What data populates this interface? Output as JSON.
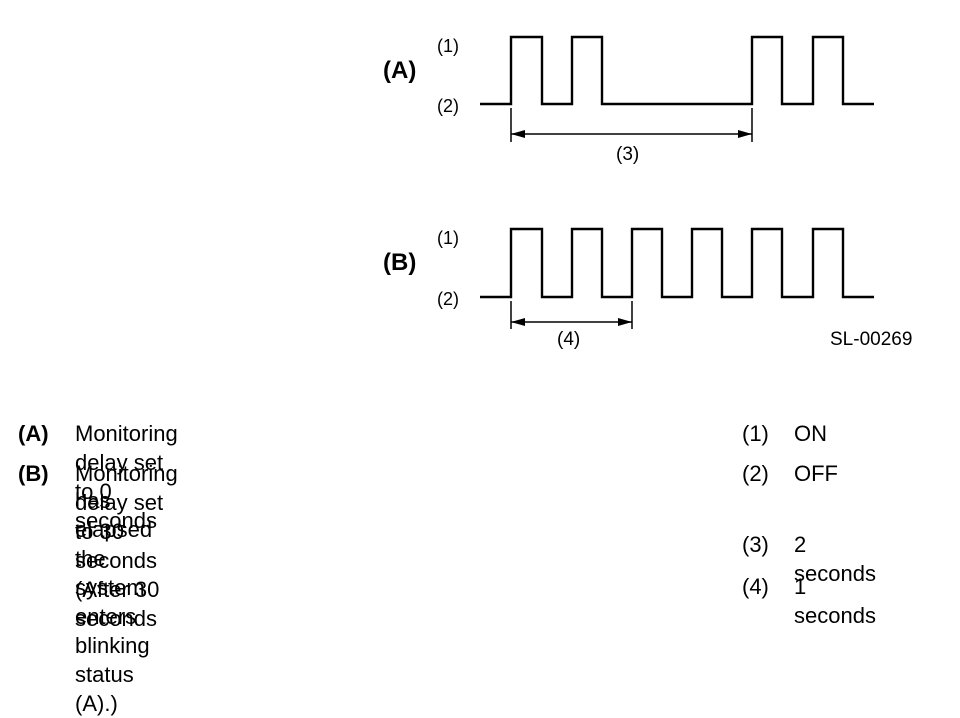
{
  "diagram_a": {
    "tag": "(A)",
    "high_label": "(1)",
    "low_label": "(2)",
    "interval_label": "(3)"
  },
  "diagram_b": {
    "tag": "(B)",
    "high_label": "(1)",
    "low_label": "(2)",
    "interval_label": "(4)"
  },
  "figure_id": "SL-00269",
  "legend_left": [
    {
      "key": "(A)",
      "lines": [
        "Monitoring delay set to 0 seconds"
      ]
    },
    {
      "key": "(B)",
      "lines": [
        "Monitoring delay set to 30 seconds (After 30 seconds",
        "has elapsed the system enters blinking status (A).)"
      ]
    }
  ],
  "legend_right": [
    {
      "key": "(1)",
      "value": "ON"
    },
    {
      "key": "(2)",
      "value": "OFF"
    },
    {
      "key": "(3)",
      "value": "2 seconds"
    },
    {
      "key": "(4)",
      "value": "1 seconds"
    }
  ]
}
